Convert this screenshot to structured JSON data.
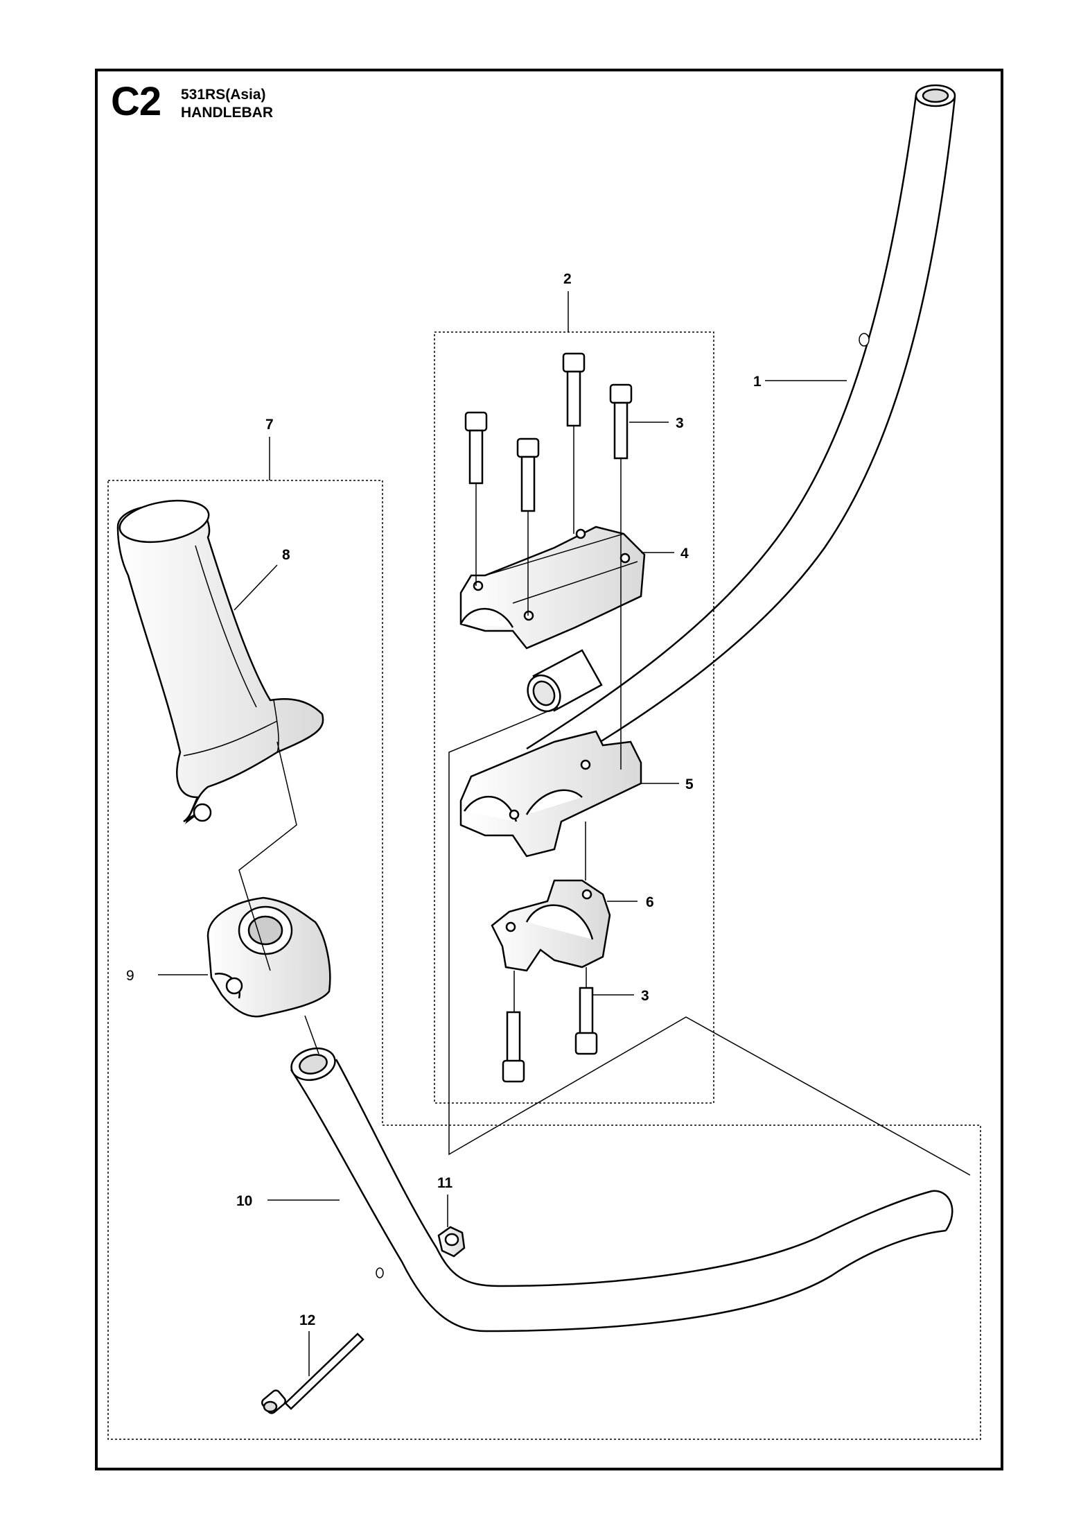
{
  "header": {
    "section_code": "C2",
    "model": "531RS(Asia)",
    "title": "HANDLEBAR"
  },
  "callouts": [
    {
      "id": "1",
      "label": "1"
    },
    {
      "id": "2",
      "label": "2"
    },
    {
      "id": "3a",
      "label": "3"
    },
    {
      "id": "4",
      "label": "4"
    },
    {
      "id": "5",
      "label": "5"
    },
    {
      "id": "6",
      "label": "6"
    },
    {
      "id": "3b",
      "label": "3"
    },
    {
      "id": "7",
      "label": "7"
    },
    {
      "id": "8",
      "label": "8"
    },
    {
      "id": "9",
      "label": "9"
    },
    {
      "id": "10",
      "label": "10"
    },
    {
      "id": "11",
      "label": "11"
    },
    {
      "id": "12",
      "label": "12"
    }
  ],
  "colors": {
    "line": "#000000",
    "part_fill": "#ffffff",
    "part_shade": "#d9d9d9",
    "frame": "#000000"
  }
}
